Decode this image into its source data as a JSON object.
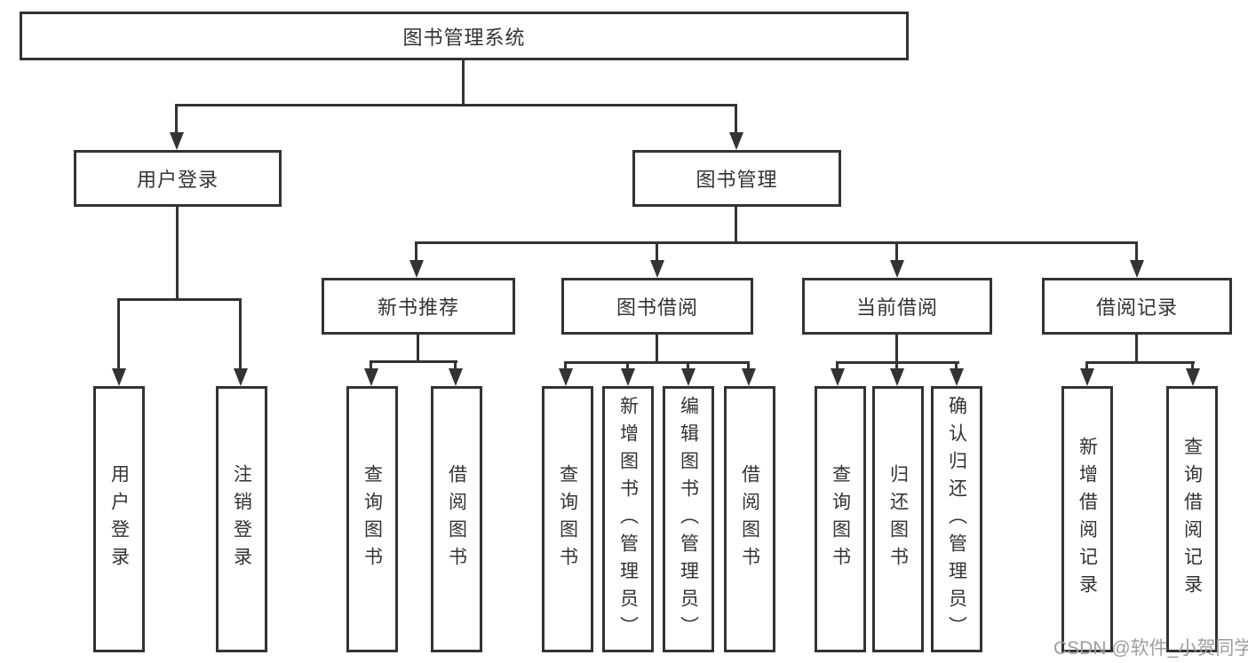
{
  "tree": {
    "root": "图书管理系统",
    "user_login": {
      "label": "用户登录",
      "children": [
        "用户登录",
        "注销登录"
      ]
    },
    "book_management": {
      "label": "图书管理",
      "groups": [
        {
          "label": "新书推荐",
          "children": [
            "查询图书",
            "借阅图书"
          ]
        },
        {
          "label": "图书借阅",
          "children": [
            "查询图书",
            "新增图书（管理员）",
            "编辑图书（管理员）",
            "借阅图书"
          ]
        },
        {
          "label": "当前借阅",
          "children": [
            "查询图书",
            "归还图书",
            "确认归还（管理员）"
          ]
        },
        {
          "label": "借阅记录",
          "children": [
            "新增借阅记录",
            "查询借阅记录"
          ]
        }
      ]
    }
  },
  "watermark": "CSDN @软件_小贺同学",
  "colors": {
    "line": "#333333",
    "text": "#333333",
    "watermark": "#9e9e9e",
    "background": "#ffffff"
  }
}
